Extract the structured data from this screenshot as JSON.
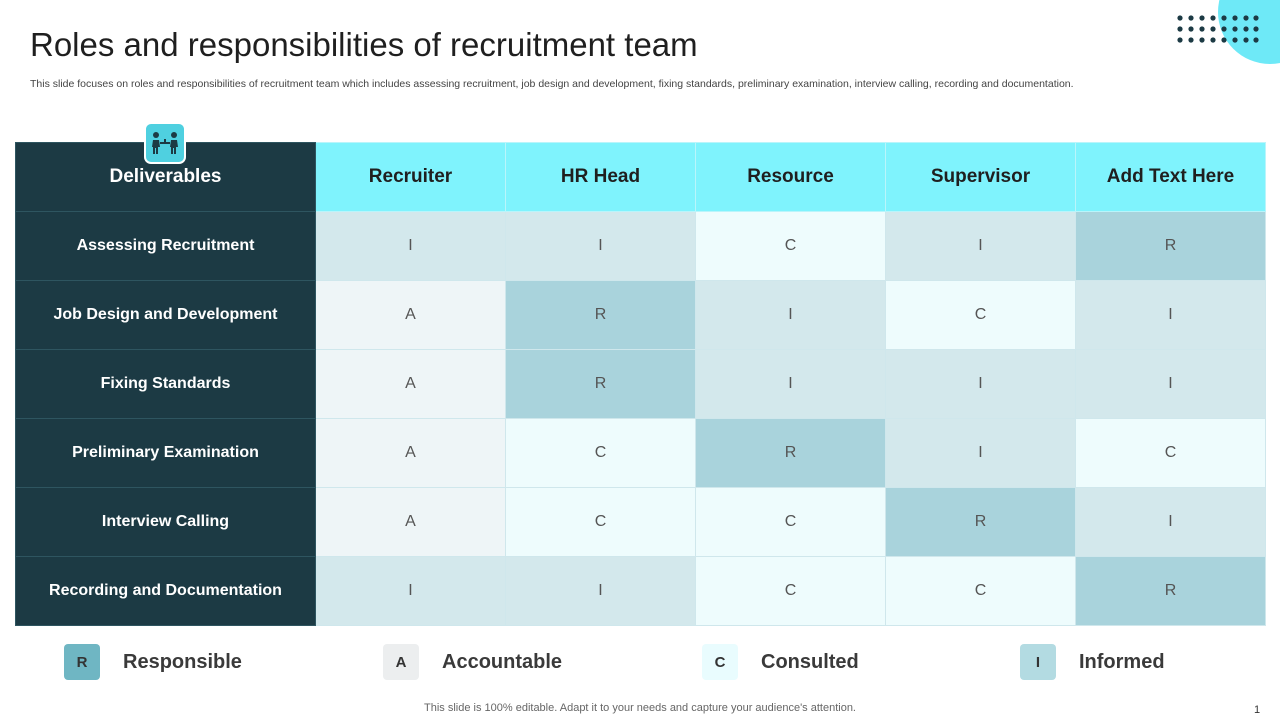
{
  "slide": {
    "title": "Roles and responsibilities of recruitment team",
    "subtitle": "This slide focuses on roles and responsibilities of recruitment team which includes assessing recruitment, job design and development, fixing standards, preliminary examination, interview calling, recording and documentation.",
    "footer": "This slide is 100% editable. Adapt it to your needs and capture your audience's attention.",
    "page_number": "1"
  },
  "colors": {
    "dark_teal": "#1c3a44",
    "header_cyan": "#7ff3fd",
    "accent_circle": "#6ee9f7",
    "responsible": "#a9d3dc",
    "accountable": "#eef5f7",
    "consulted": "#eefcfd",
    "informed": "#d3e8ec"
  },
  "table": {
    "corner_header": "Deliverables",
    "columns": [
      "Recruiter",
      "HR Head",
      "Resource",
      "Supervisor",
      "Add Text Here"
    ],
    "rows": [
      {
        "label": "Assessing  Recruitment",
        "values": [
          "I",
          "I",
          "C",
          "I",
          "R"
        ]
      },
      {
        "label": "Job Design and Development",
        "values": [
          "A",
          "R",
          "I",
          "C",
          "I"
        ]
      },
      {
        "label": "Fixing Standards",
        "values": [
          "A",
          "R",
          "I",
          "I",
          "I"
        ]
      },
      {
        "label": "Preliminary Examination",
        "values": [
          "A",
          "C",
          "R",
          "I",
          "C"
        ]
      },
      {
        "label": "Interview Calling",
        "values": [
          "A",
          "C",
          "C",
          "R",
          "I"
        ]
      },
      {
        "label": "Recording and Documentation",
        "values": [
          "I",
          "I",
          "C",
          "C",
          "R"
        ]
      }
    ]
  },
  "legend": [
    {
      "key": "R",
      "label": "Responsible"
    },
    {
      "key": "A",
      "label": "Accountable"
    },
    {
      "key": "C",
      "label": "Consulted"
    },
    {
      "key": "I",
      "label": "Informed"
    }
  ],
  "icons": {
    "header_badge": "people-meeting-icon",
    "corner_decoration": "dot-grid-icon"
  }
}
